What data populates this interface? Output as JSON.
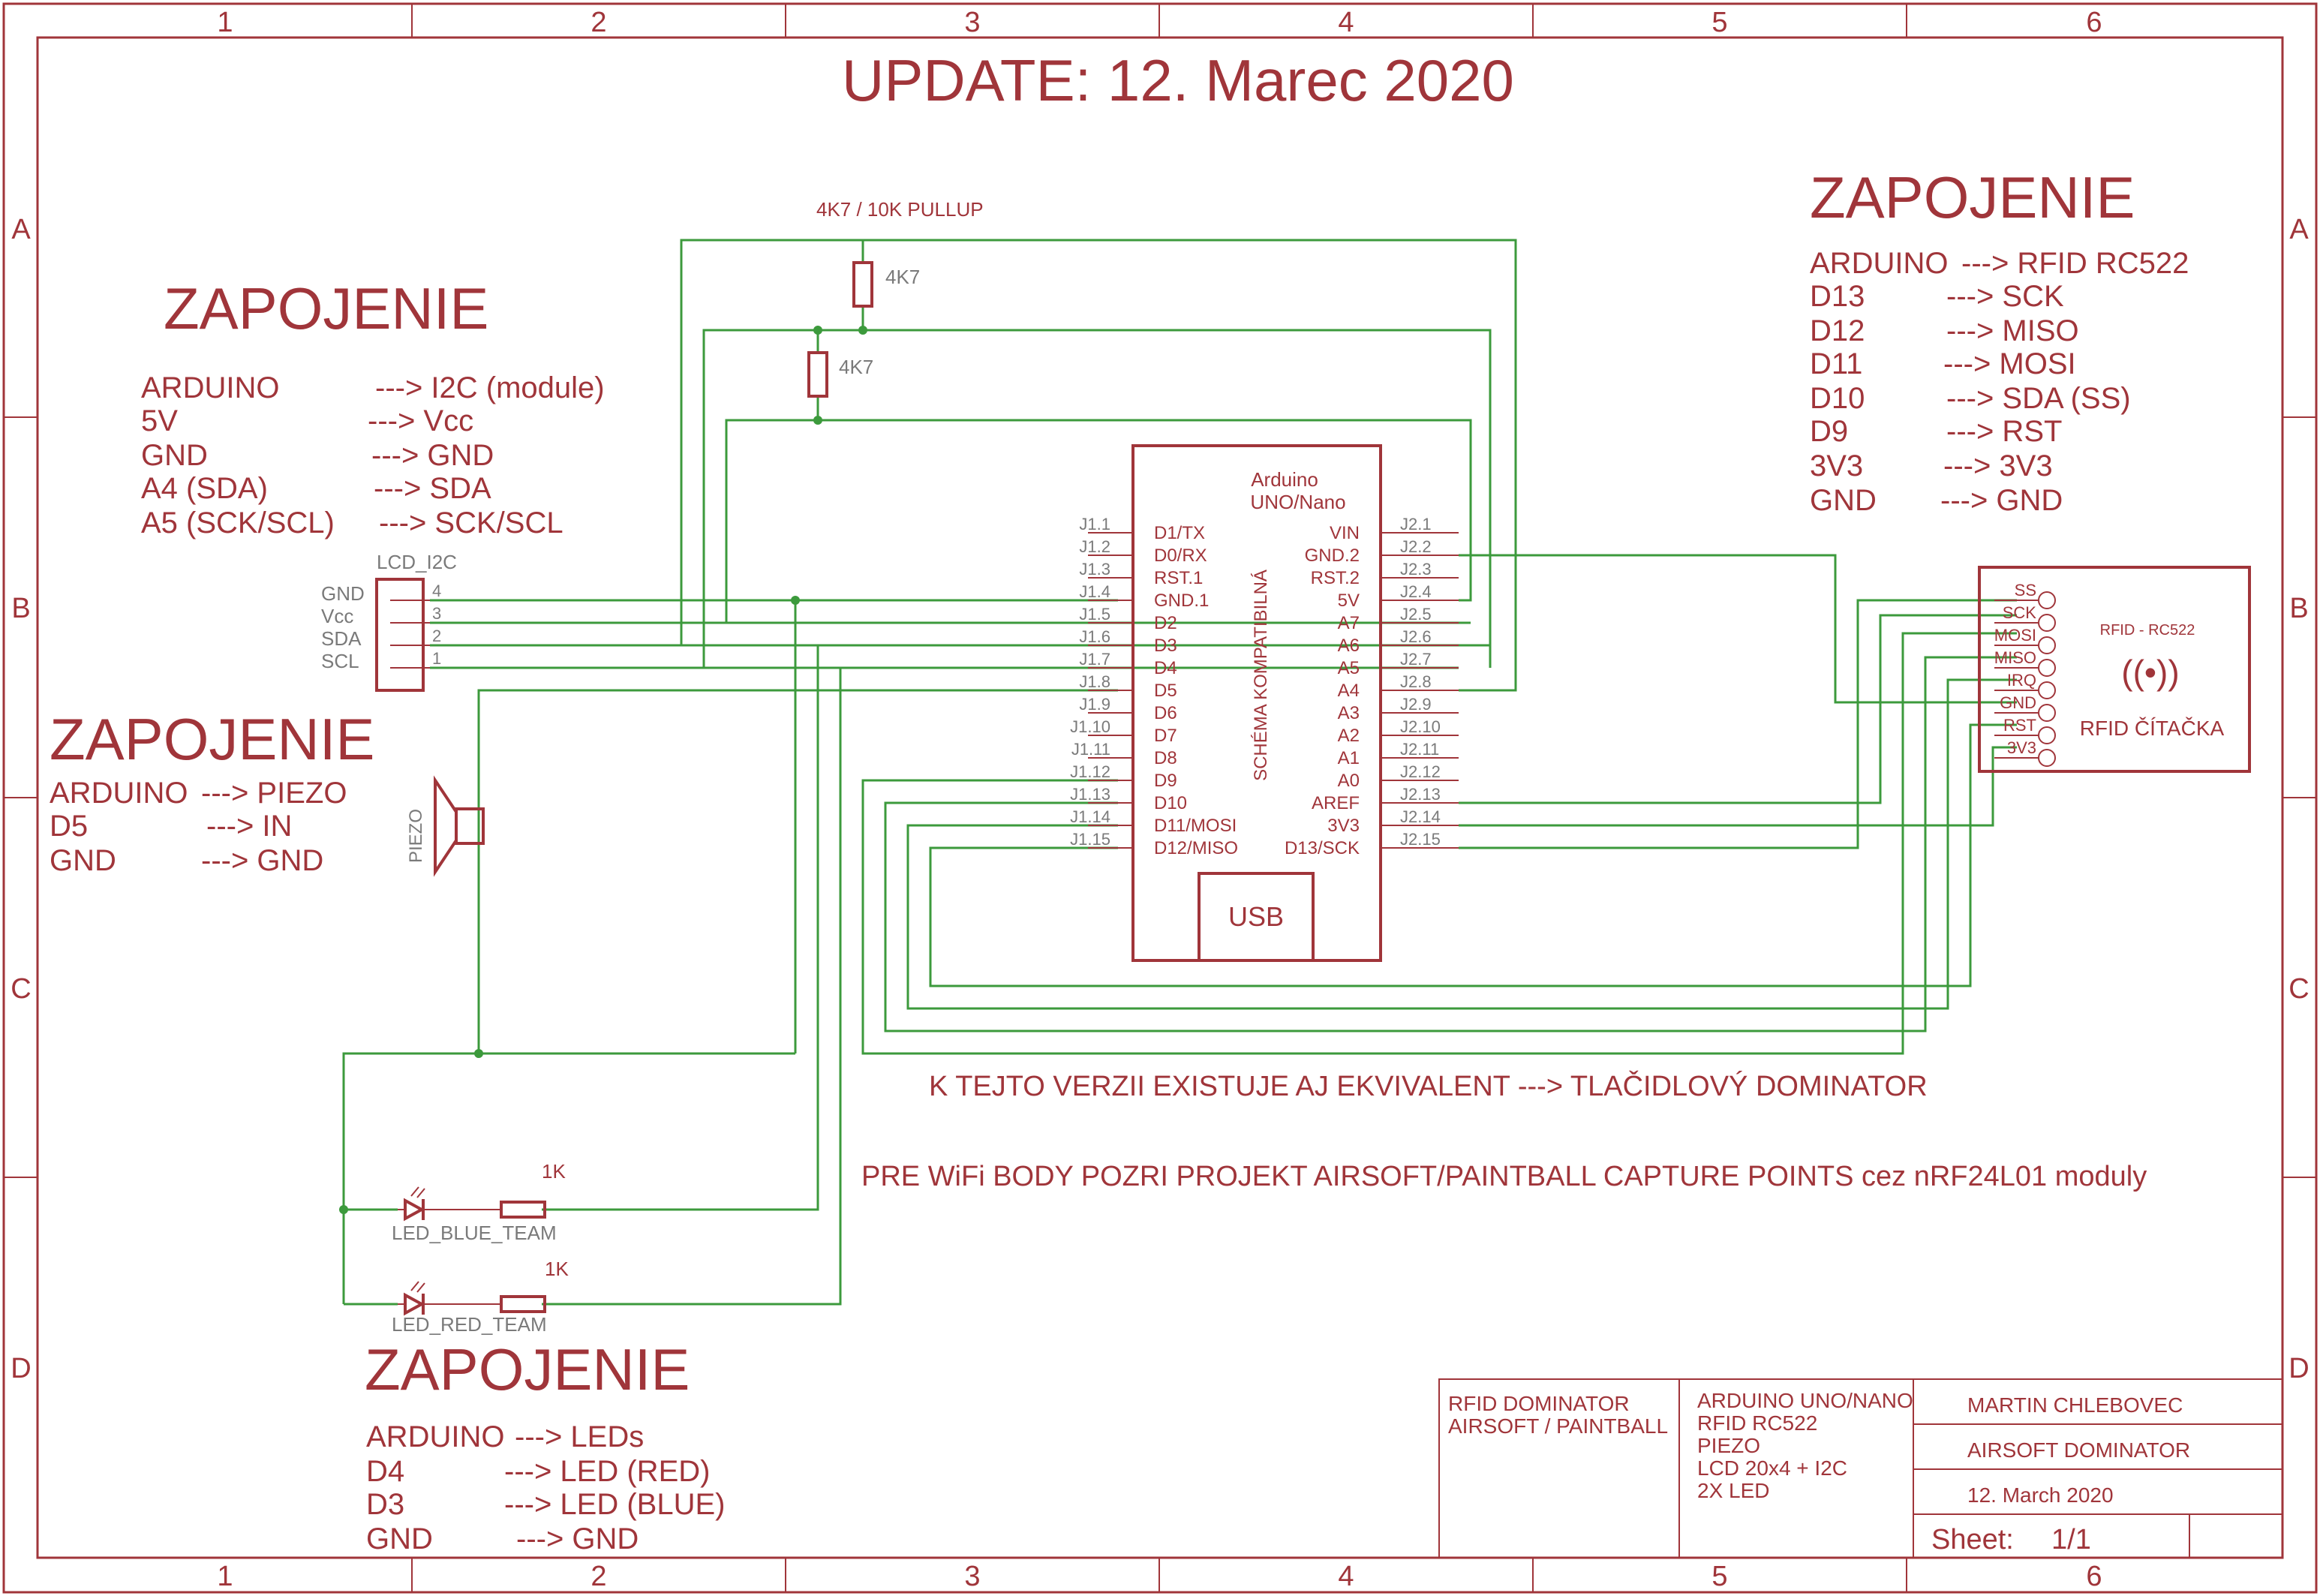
{
  "title": "UPDATE: 12. Marec 2020",
  "frame": {
    "columns": [
      "1",
      "2",
      "3",
      "4",
      "5",
      "6"
    ],
    "rows": [
      "A",
      "B",
      "C",
      "D"
    ]
  },
  "colors": {
    "schematic": "#a0353a",
    "wire": "#3c9a3c",
    "pin_label": "#7a7a7a"
  },
  "pullup": {
    "label": "4K7 / 10K PULLUP",
    "r1": "4K7",
    "r2": "4K7"
  },
  "lcd_block": {
    "heading": "ZAPOJENIE",
    "lines": [
      [
        "ARDUINO",
        "---> I2C (module)"
      ],
      [
        "5V",
        "---> Vcc"
      ],
      [
        "GND",
        "---> GND"
      ],
      [
        "A4 (SDA)",
        "---> SDA"
      ],
      [
        "A5 (SCK/SCL)",
        "---> SCK/SCL"
      ]
    ]
  },
  "piezo_block": {
    "heading": "ZAPOJENIE",
    "lines": [
      [
        "ARDUINO",
        "---> PIEZO"
      ],
      [
        "D5",
        "---> IN"
      ],
      [
        "GND",
        "---> GND"
      ]
    ]
  },
  "led_block": {
    "heading": "ZAPOJENIE",
    "lines": [
      [
        "ARDUINO",
        "---> LEDs"
      ],
      [
        "D4",
        "---> LED (RED)"
      ],
      [
        "D3",
        "---> LED (BLUE)"
      ],
      [
        "GND",
        "---> GND"
      ]
    ]
  },
  "rfid_block": {
    "heading": "ZAPOJENIE",
    "lines": [
      [
        "ARDUINO",
        "---> RFID RC522"
      ],
      [
        "D13",
        "---> SCK"
      ],
      [
        "D12",
        "---> MISO"
      ],
      [
        "D11",
        "---> MOSI"
      ],
      [
        "D10",
        "---> SDA (SS)"
      ],
      [
        "D9",
        "---> RST"
      ],
      [
        "3V3",
        "---> 3V3"
      ],
      [
        "GND",
        "---> GND"
      ]
    ]
  },
  "lcd": {
    "name": "LCD_I2C",
    "pins": [
      {
        "label": "GND",
        "num": "4"
      },
      {
        "label": "Vcc",
        "num": "3"
      },
      {
        "label": "SDA",
        "num": "2"
      },
      {
        "label": "SCL",
        "num": "1"
      }
    ]
  },
  "piezo": {
    "name": "PIEZO"
  },
  "arduino": {
    "title_line1": "Arduino",
    "title_line2": "UNO/Nano",
    "vertical_label": "SCHÉMA KOMPATIBILNÁ",
    "usb": "USB",
    "left_pins": [
      {
        "pin": "J1.1",
        "name": "D1/TX"
      },
      {
        "pin": "J1.2",
        "name": "D0/RX"
      },
      {
        "pin": "J1.3",
        "name": "RST.1"
      },
      {
        "pin": "J1.4",
        "name": "GND.1"
      },
      {
        "pin": "J1.5",
        "name": "D2"
      },
      {
        "pin": "J1.6",
        "name": "D3"
      },
      {
        "pin": "J1.7",
        "name": "D4"
      },
      {
        "pin": "J1.8",
        "name": "D5"
      },
      {
        "pin": "J1.9",
        "name": "D6"
      },
      {
        "pin": "J1.10",
        "name": "D7"
      },
      {
        "pin": "J1.11",
        "name": "D8"
      },
      {
        "pin": "J1.12",
        "name": "D9"
      },
      {
        "pin": "J1.13",
        "name": "D10"
      },
      {
        "pin": "J1.14",
        "name": "D11/MOSI"
      },
      {
        "pin": "J1.15",
        "name": "D12/MISO"
      }
    ],
    "right_pins": [
      {
        "pin": "J2.1",
        "name": "VIN"
      },
      {
        "pin": "J2.2",
        "name": "GND.2"
      },
      {
        "pin": "J2.3",
        "name": "RST.2"
      },
      {
        "pin": "J2.4",
        "name": "5V"
      },
      {
        "pin": "J2.5",
        "name": "A7"
      },
      {
        "pin": "J2.6",
        "name": "A6"
      },
      {
        "pin": "J2.7",
        "name": "A5"
      },
      {
        "pin": "J2.8",
        "name": "A4"
      },
      {
        "pin": "J2.9",
        "name": "A3"
      },
      {
        "pin": "J2.10",
        "name": "A2"
      },
      {
        "pin": "J2.11",
        "name": "A1"
      },
      {
        "pin": "J2.12",
        "name": "A0"
      },
      {
        "pin": "J2.13",
        "name": "AREF"
      },
      {
        "pin": "J2.14",
        "name": "3V3"
      },
      {
        "pin": "J2.15",
        "name": "D13/SCK"
      }
    ]
  },
  "rfid": {
    "title": "RFID - RC522",
    "caption": "RFID ČÍTAČKA",
    "wave_icon": "((•))",
    "pins": [
      "SS",
      "SCK",
      "MOSI",
      "MISO",
      "IRQ",
      "GND",
      "RST",
      "3V3"
    ]
  },
  "leds": {
    "blue": {
      "name": "LED_BLUE_TEAM",
      "resistor": "1K"
    },
    "red": {
      "name": "LED_RED_TEAM",
      "resistor": "1K"
    }
  },
  "notes": {
    "line1": "K TEJTO VERZII EXISTUJE AJ EKVIVALENT ---> TLAČIDLOVÝ DOMINATOR",
    "line2": "PRE WiFi BODY POZRI PROJEKT AIRSOFT/PAINTBALL CAPTURE POINTS cez nRF24L01 moduly"
  },
  "title_block": {
    "project_line1": "RFID DOMINATOR",
    "project_line2": "AIRSOFT / PAINTBALL",
    "parts": [
      "ARDUINO UNO/NANO",
      "RFID RC522",
      "PIEZO",
      "LCD 20x4 + I2C",
      "2X LED"
    ],
    "author": "MARTIN CHLEBOVEC",
    "name": "AIRSOFT DOMINATOR",
    "date": "12. March 2020",
    "sheet_label": "Sheet:",
    "sheet_value": "1/1"
  }
}
